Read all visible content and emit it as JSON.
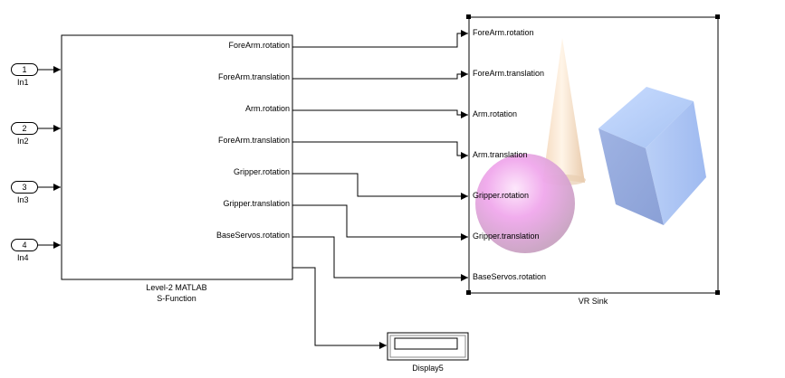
{
  "inports": [
    {
      "number": "1",
      "name": "In1"
    },
    {
      "number": "2",
      "name": "In2"
    },
    {
      "number": "3",
      "name": "In3"
    },
    {
      "number": "4",
      "name": "In4"
    }
  ],
  "sfunction": {
    "name_line1": "Level-2 MATLAB",
    "name_line2": "S-Function",
    "outputs": [
      "ForeArm.rotation",
      "ForeArm.translation",
      "Arm.rotation",
      "ForeArm.translation",
      "Gripper.rotation",
      "Gripper.translation",
      "BaseServos.rotation"
    ]
  },
  "vrsink": {
    "name": "VR Sink",
    "inputs": [
      "ForeArm.rotation",
      "ForeArm.translation",
      "Arm.rotation",
      "Arm.translation",
      "Gripper.rotation",
      "Gripper.translation",
      "BaseServos.rotation"
    ]
  },
  "display": {
    "name": "Display5"
  },
  "colors": {
    "cone": "#f8e6cf",
    "sphere": "#f0a8ec",
    "cube": "#a6c2f2"
  }
}
